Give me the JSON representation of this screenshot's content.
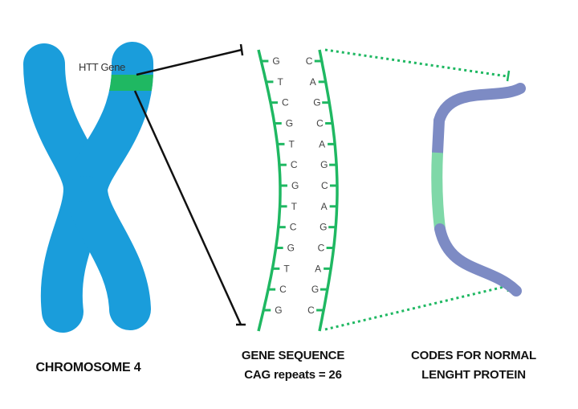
{
  "labels": {
    "gene": "HTT Gene",
    "chromosome": "CHROMOSOME 4",
    "sequence_title": "GENE SEQUENCE",
    "sequence_sub": "CAG repeats = 26",
    "protein_line1": "CODES FOR NORMAL",
    "protein_line2": "LENGHT PROTEIN"
  },
  "base_pairs": [
    [
      "G",
      "C"
    ],
    [
      "T",
      "A"
    ],
    [
      "C",
      "G"
    ],
    [
      "G",
      "C"
    ],
    [
      "T",
      "A"
    ],
    [
      "C",
      "G"
    ],
    [
      "G",
      "C"
    ],
    [
      "T",
      "A"
    ],
    [
      "C",
      "G"
    ],
    [
      "G",
      "C"
    ],
    [
      "T",
      "A"
    ],
    [
      "C",
      "G"
    ],
    [
      "G",
      "C"
    ]
  ],
  "colors": {
    "chromosome": "#1a9ddb",
    "gene": "#1fb862",
    "dna": "#1fb862",
    "protein": "#7d8bc4",
    "protein_highlight": "#7fd8a8",
    "pointer": "#111111"
  }
}
